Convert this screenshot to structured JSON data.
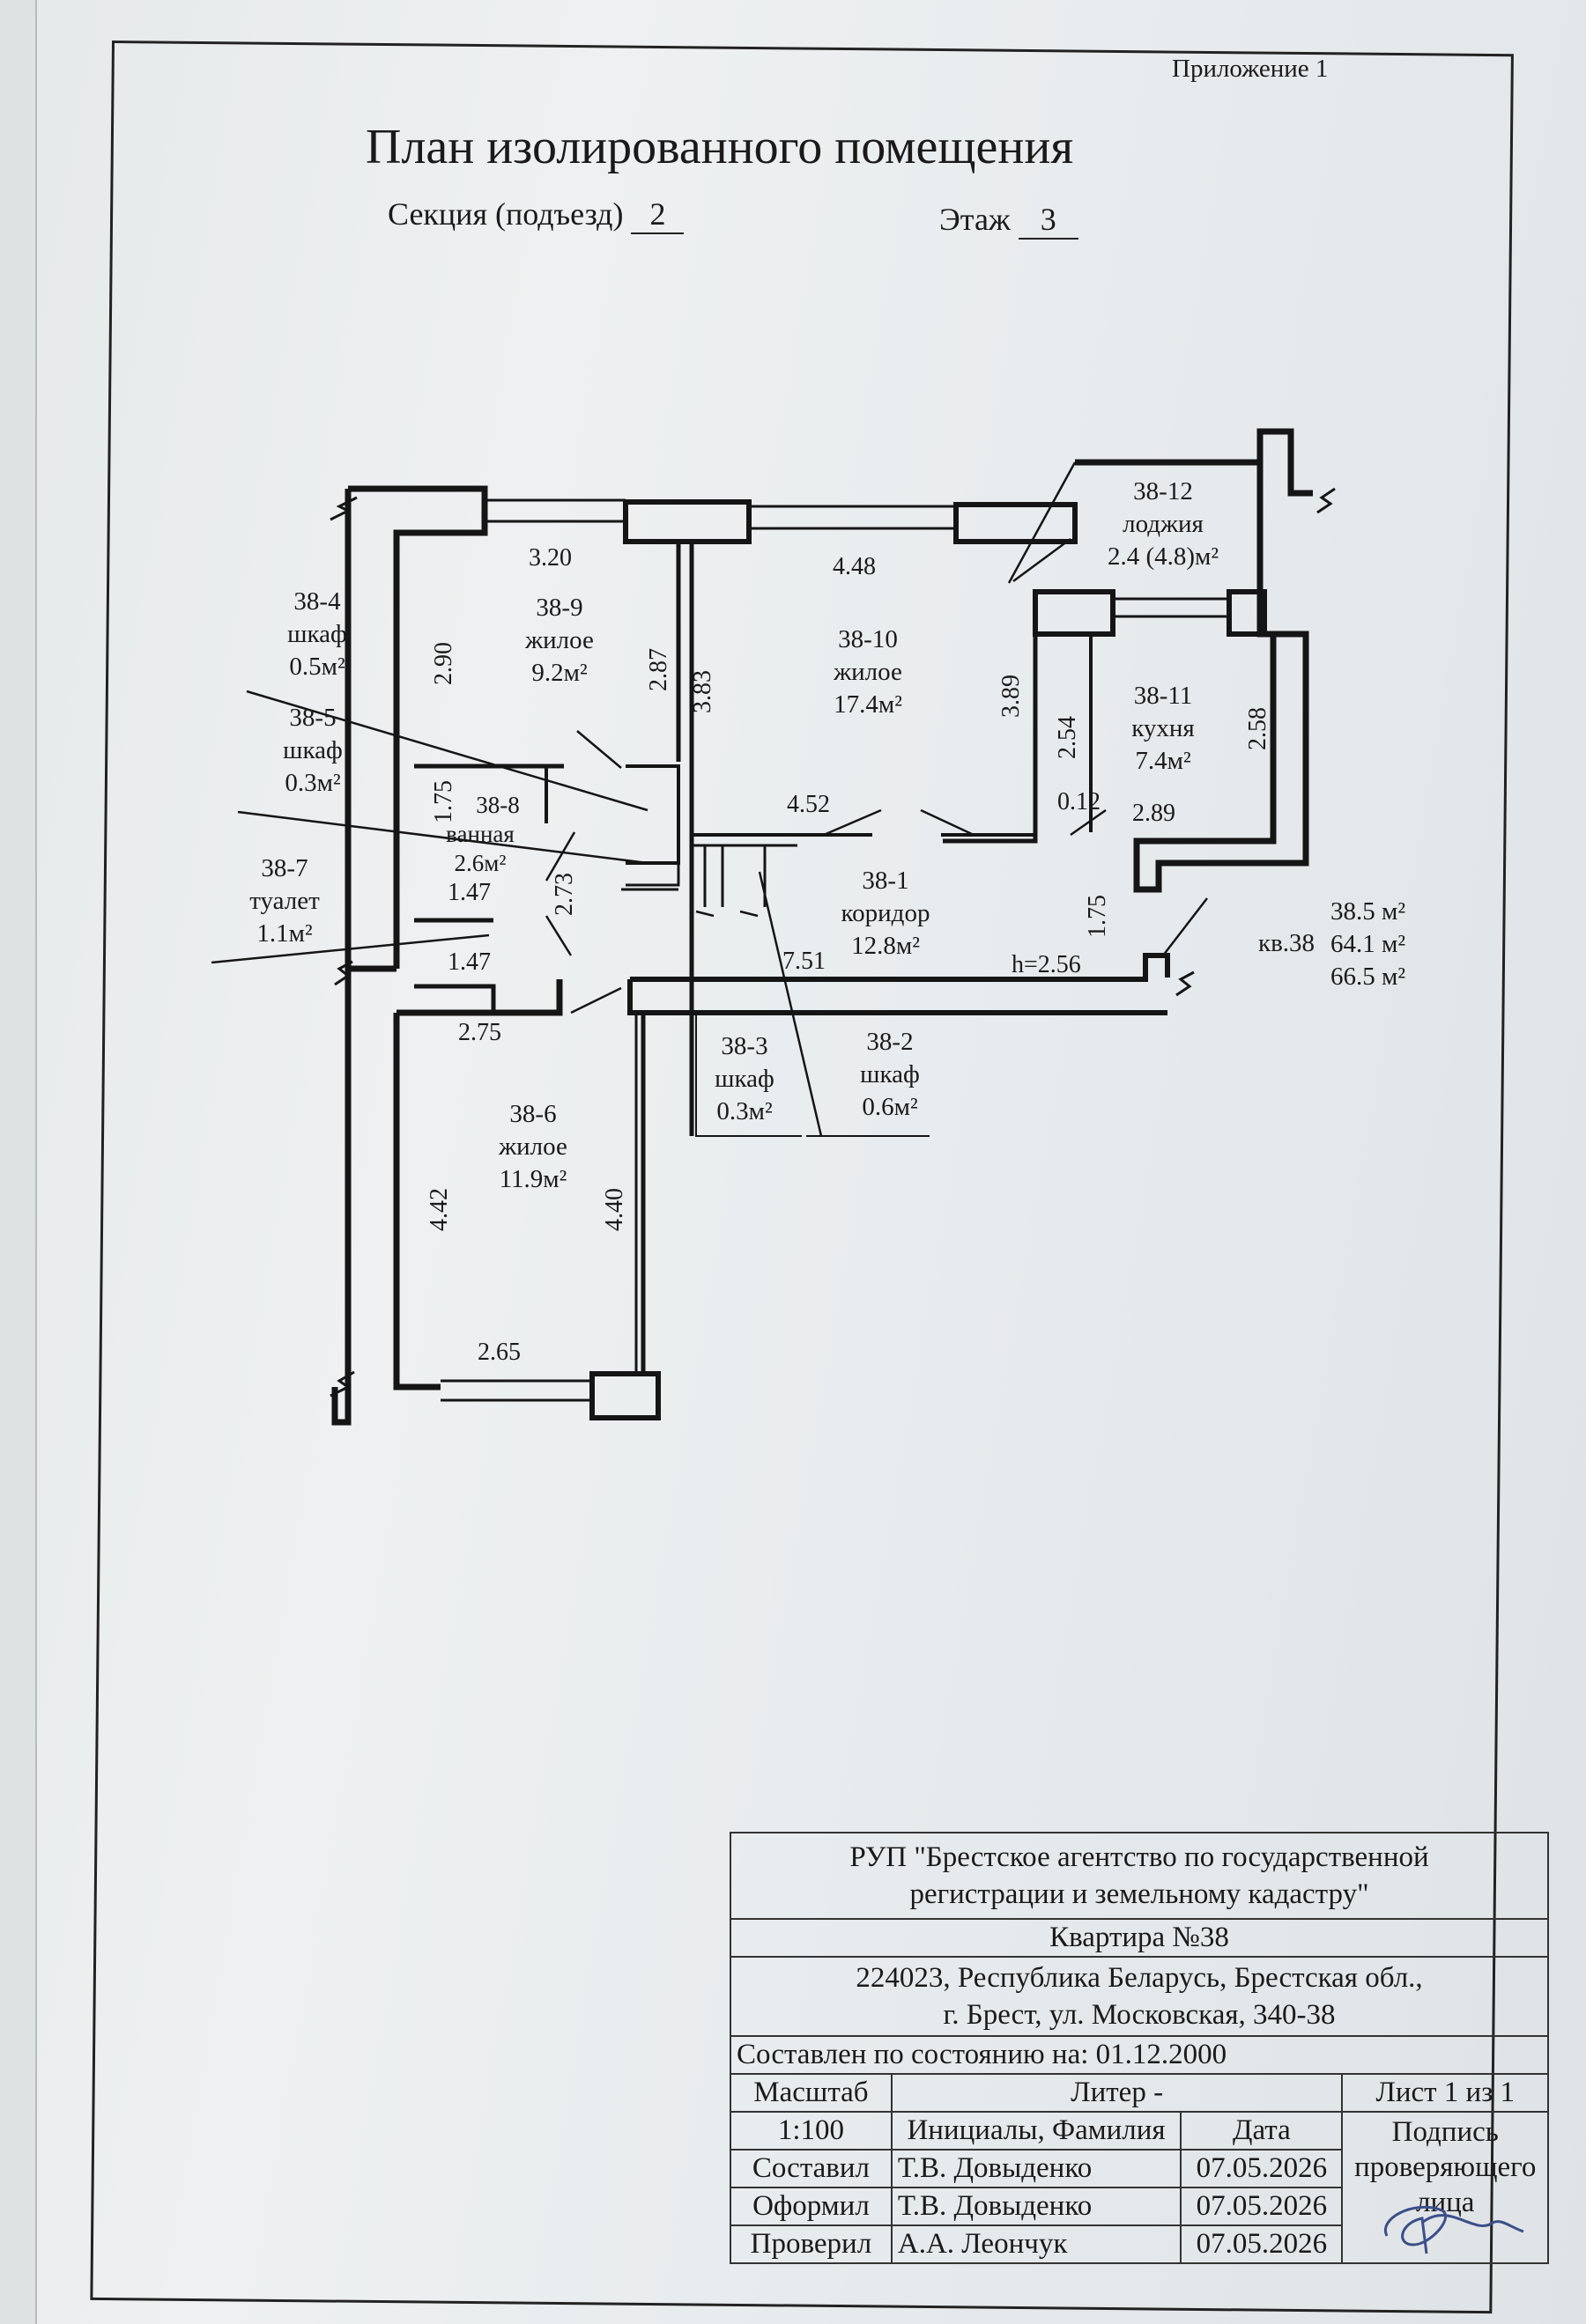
{
  "header": {
    "appendix": "Приложение 1",
    "title": "План изолированного помещения",
    "section_label": "Секция (подъезд)",
    "section_value": "2",
    "floor_label": "Этаж",
    "floor_value": "3"
  },
  "rooms": {
    "r4": {
      "id": "38-4",
      "name": "шкаф",
      "area": "0.5м²"
    },
    "r5": {
      "id": "38-5",
      "name": "шкаф",
      "area": "0.3м²"
    },
    "r7": {
      "id": "38-7",
      "name": "туалет",
      "area": "1.1м²"
    },
    "r8": {
      "id": "38-8",
      "name": "ванная",
      "area": "2.6м²"
    },
    "r9": {
      "id": "38-9",
      "name": "жилое",
      "area": "9.2м²"
    },
    "r10": {
      "id": "38-10",
      "name": "жилое",
      "area": "17.4м²"
    },
    "r11": {
      "id": "38-11",
      "name": "кухня",
      "area": "7.4м²"
    },
    "r12": {
      "id": "38-12",
      "name": "лоджия",
      "area": "2.4 (4.8)м²"
    },
    "r1": {
      "id": "38-1",
      "name": "коридор",
      "area": "12.8м²"
    },
    "r2": {
      "id": "38-2",
      "name": "шкаф",
      "area": "0.6м²"
    },
    "r3": {
      "id": "38-3",
      "name": "шкаф",
      "area": "0.3м²"
    },
    "r6": {
      "id": "38-6",
      "name": "жилое",
      "area": "11.9м²"
    }
  },
  "dimensions": {
    "d320": "3.20",
    "d448": "4.48",
    "d290": "2.90",
    "d287": "2.87",
    "d383": "3.83",
    "d389": "3.89",
    "d254": "2.54",
    "d258": "2.58",
    "d452": "4.52",
    "d012": "0.12",
    "d289": "2.89",
    "d175a": "1.75",
    "d147a": "1.47",
    "d273": "2.73",
    "d147b": "1.47",
    "d175b": "1.75",
    "d751": "7.51",
    "height": "h=2.56",
    "d275": "2.75",
    "d442": "4.42",
    "d440": "4.40",
    "d265": "2.65"
  },
  "apartment_totals": {
    "label": "кв.38",
    "area1": "38.5 м²",
    "area2": "64.1 м²",
    "area3": "66.5 м²"
  },
  "stamp": {
    "org_line1": "РУП \"Брестское агентство по государственной",
    "org_line2": "регистрации и земельному кадастру\"",
    "apartment": "Квартира №38",
    "address_line1": "224023, Республика Беларусь, Брестская обл.,",
    "address_line2": "г. Брест, ул. Московская,  340-38",
    "state_label": "Составлен по состоянию на:",
    "state_date": "01.12.2000",
    "scale_label": "Масштаб",
    "scale_value": "1:100",
    "liter_label": "Литер  -",
    "sheet_label": "Лист 1 из 1",
    "col_name": "Инициалы, Фамилия",
    "col_date": "Дата",
    "col_sign": "Подпись проверяющего лица",
    "rows": [
      {
        "role": "Составил",
        "name": "Т.В. Довыденко",
        "date": "07.05.2026"
      },
      {
        "role": "Оформил",
        "name": "Т.В. Довыденко",
        "date": "07.05.2026"
      },
      {
        "role": "Проверил",
        "name": "А.А. Леончук",
        "date": "07.05.2026"
      }
    ]
  },
  "colors": {
    "ink": "#1a1a1a",
    "paper": "#eceff0",
    "signature": "#3a4f8a"
  }
}
